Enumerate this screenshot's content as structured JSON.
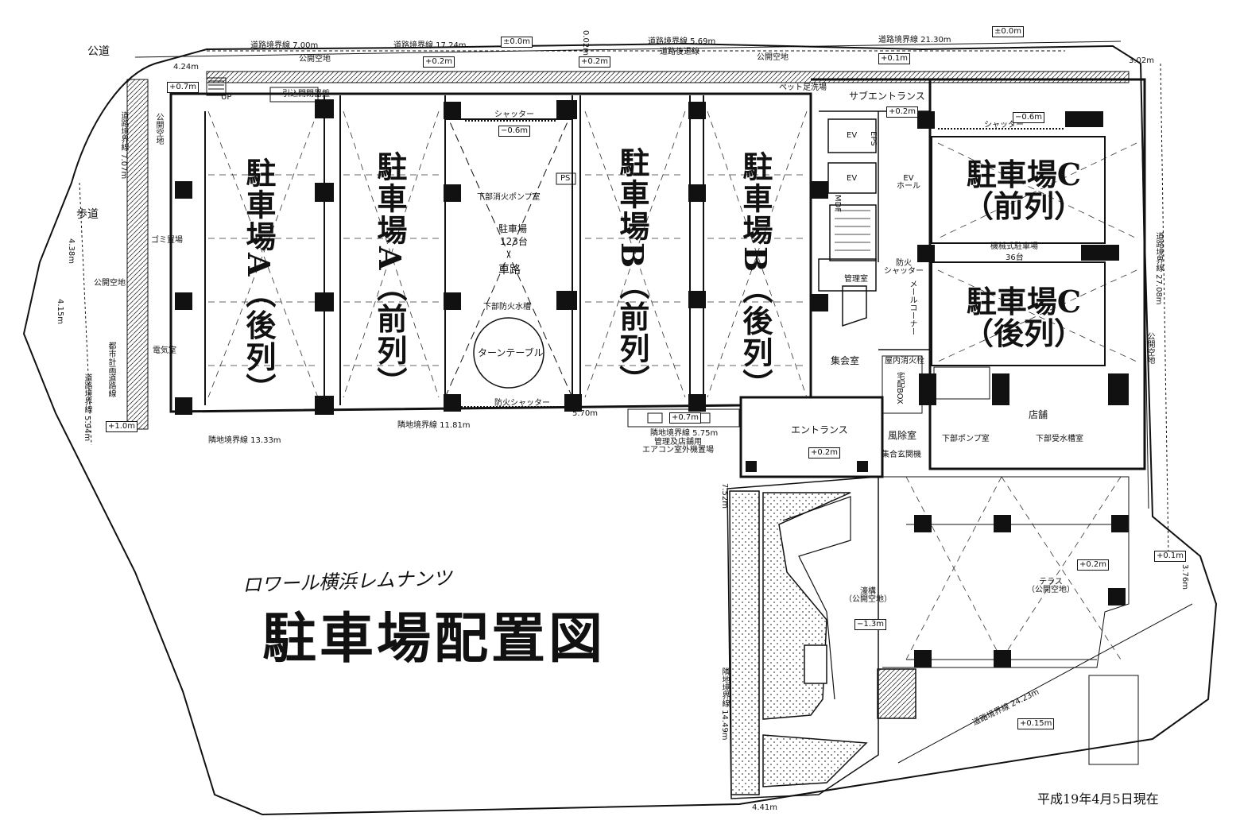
{
  "title": "駐車場配置図",
  "subtitle": "ロワール横浜レムナンツ",
  "date": "平成19年4月5日現在",
  "roads": {
    "public_road": "公道",
    "sidewalk": "歩道"
  },
  "parking_areas": {
    "a_rear": [
      "駐車場",
      "A",
      "（後列）"
    ],
    "a_front": [
      "駐車場",
      "A",
      "（前列）"
    ],
    "b_front": [
      "駐車場",
      "B",
      "（前列）"
    ],
    "b_rear": [
      "駐車場",
      "B",
      "（後列）"
    ],
    "c_front": [
      "駐車場C",
      "（前列）"
    ],
    "c_rear": [
      "駐車場C",
      "（後列）"
    ]
  },
  "center": {
    "pump_room": "下部消火ポンプ室",
    "parking_label": "駐車場",
    "parking_count": "123台",
    "driveway": "車路",
    "water_tank": "下部防火水槽",
    "turntable": "ターンテーブル",
    "ps": "PS"
  },
  "rooms": {
    "garbage": "ゴミ置場",
    "electric": "電気室",
    "sub_entrance": "サブエントランス",
    "ev": "EV",
    "ev_hall": "EV\nホール",
    "mdf": "MDF",
    "eps": "EPS",
    "manager": "管理室",
    "meeting": "集会室",
    "entrance": "エントランス",
    "windbreak": "風除室",
    "shop": "店舗",
    "pump_lower": "下部ポンプ室",
    "water_lower": "下部受水槽室",
    "terrace": "テラス\n（公開空地）",
    "moat": "濠構\n（公開空地）",
    "mechanical_parking": "機械式駐車場",
    "mechanical_count": "36台",
    "shutter": "シャッター",
    "fire_shutter": "防火シャッター",
    "fire_shutter_v": "防火\nシャッター",
    "fire_hydrant": "屋内消火栓",
    "post_box": "宅配BOX",
    "mailbox": "メールコーナー",
    "entrance_door": "集合玄関機",
    "pet_wash": "ペット足洗場",
    "hikikomi": "引込開閉器盤",
    "ac_units": "管理及店舗用\nエアコン室外機置場",
    "open_space": "公開空地",
    "up": "UP"
  },
  "levels": {
    "top_a": "±0.0m",
    "top_b": "±0.0m",
    "l1": "+0.2m",
    "l2": "+0.2m",
    "l3": "+0.1m",
    "l4": "+0.7m",
    "l5": "−0.6m",
    "l6": "−0.6m",
    "l7": "+0.2m",
    "l8": "+1.0m",
    "l9": "+0.7m",
    "l10": "+0.2m",
    "l11": "−1.3m",
    "l12": "+0.2m",
    "l13": "+0.1m",
    "l14": "+0.15m"
  },
  "dimensions": {
    "d1": "道路境界線 7.00m",
    "d2": "道路境界線 17.24m",
    "d3": "0.02m",
    "d4": "道路境界線 5.69m",
    "d5": "道路後退線",
    "d6": "道路境界線 21.30m",
    "d7": "3.02m",
    "d8": "4.24m",
    "d9": "道路境界線 7.07m",
    "d10": "4.38m",
    "d11": "4.15m",
    "d12": "道路境界線 5.94m",
    "d13": "隣地境界線 13.33m",
    "d14": "隣地境界線 11.81m",
    "d15": "5.70m",
    "d16": "隣地境界線 5.75m",
    "d17": "7.52m",
    "d18": "隣地境界線 14.49m",
    "d19": "4.41m",
    "d20": "道路境界線 24.23m",
    "d21": "道路境界線 27.08m",
    "d22": "3.76m",
    "d23": "都市計画道路線"
  }
}
